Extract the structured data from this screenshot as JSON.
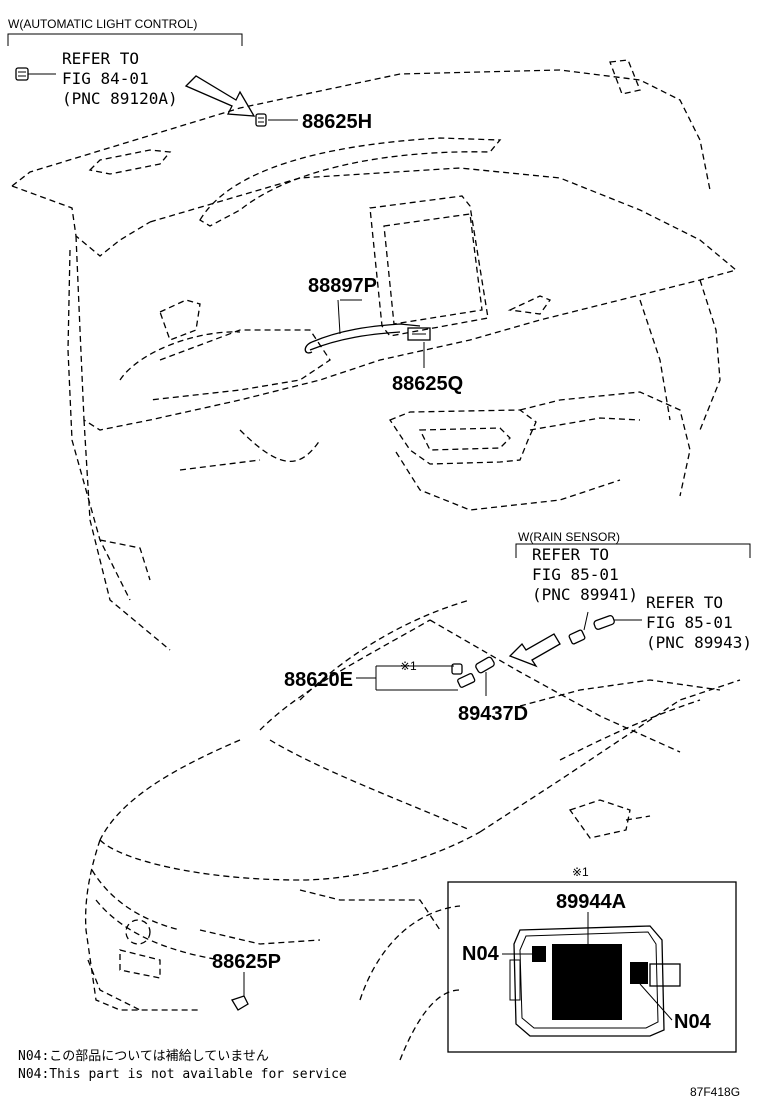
{
  "groups": {
    "auto_light": {
      "title": "W(AUTOMATIC LIGHT CONTROL)",
      "refer_lines": [
        "REFER TO",
        "FIG 84-01",
        "(PNC 89120A)"
      ]
    },
    "rain_sensor": {
      "title": "W(RAIN SENSOR)",
      "refer_a": [
        "REFER TO",
        "FIG 85-01",
        "(PNC 89941)"
      ],
      "refer_b": [
        "REFER TO",
        "FIG 85-01",
        "(PNC 89943)"
      ]
    }
  },
  "parts": {
    "p88625H": "88625H",
    "p88897P": "88897P",
    "p88625Q": "88625Q",
    "p88620E": "88620E",
    "p89437D": "89437D",
    "p88625P": "88625P",
    "p89944A": "89944A",
    "n04_left": "N04",
    "n04_right": "N04"
  },
  "marks": {
    "ref1": "※1",
    "ref1_detail": "※1"
  },
  "notes": {
    "jp": "N04:この部品については補給していません",
    "en": "N04:This part is not available for service"
  },
  "figure_code": "87F418G"
}
